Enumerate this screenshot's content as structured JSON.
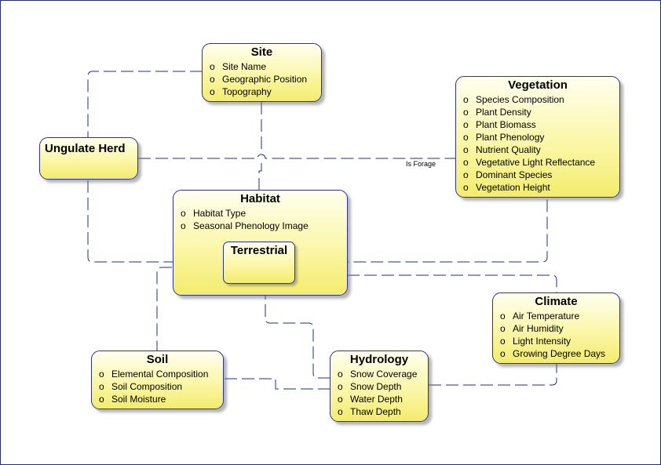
{
  "entities": {
    "site": {
      "title": "Site",
      "attributes": [
        "Site Name",
        "Geographic Position",
        "Topography"
      ]
    },
    "vegetation": {
      "title": "Vegetation",
      "attributes": [
        "Species Composition",
        "Plant Density",
        "Plant Biomass",
        "Plant Phenology",
        "Nutrient Quality",
        "Vegetative Light Reflectance",
        "Dominant Species",
        "Vegetation Height"
      ]
    },
    "ungulate_herd": {
      "title": "Ungulate Herd",
      "attributes": []
    },
    "habitat": {
      "title": "Habitat",
      "attributes": [
        "Habitat Type",
        "Seasonal Phenology Image"
      ]
    },
    "terrestrial": {
      "title": "Terrestrial",
      "attributes": []
    },
    "climate": {
      "title": "Climate",
      "attributes": [
        "Air Temperature",
        "Air Humidity",
        "Light Intensity",
        "Growing Degree Days"
      ]
    },
    "soil": {
      "title": "Soil",
      "attributes": [
        "Elemental Composition",
        "Soil Composition",
        "Soil Moisture"
      ]
    },
    "hydrology": {
      "title": "Hydrology",
      "attributes": [
        "Snow Coverage",
        "Snow Depth",
        "Water Depth",
        "Thaw Depth"
      ]
    }
  },
  "bullet_glyph": "o",
  "relationships": {
    "is_forage_label": "Is Forage"
  },
  "colors": {
    "line": "#1f2d8a",
    "box_border": "#2a3590",
    "box_fill_top": "#fffff0",
    "box_fill_bottom": "#f3ec6e"
  }
}
